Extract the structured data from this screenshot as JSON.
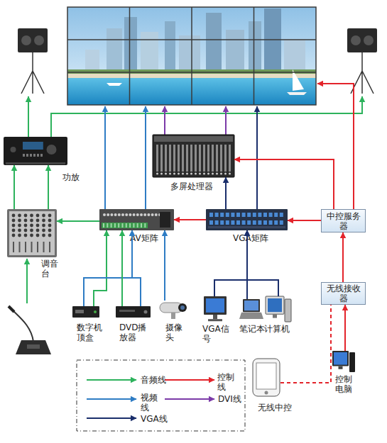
{
  "diagram": {
    "nodes": [
      {
        "text": [
          "功放"
        ]
      },
      {
        "text": [
          "多屏处理器"
        ]
      },
      {
        "text": [
          "调音台"
        ]
      },
      {
        "text": [
          "AV矩阵"
        ]
      },
      {
        "text": [
          "VGA矩阵"
        ]
      },
      {
        "text": [
          "中控服务器"
        ]
      },
      {
        "text": [
          "无线接收器"
        ]
      },
      {
        "text": [
          "数字机顶盒"
        ]
      },
      {
        "text": [
          "DVD播放器"
        ]
      },
      {
        "text": [
          "摄像头"
        ]
      },
      {
        "text": [
          "VGA信号"
        ]
      },
      {
        "text": [
          "笔记本"
        ]
      },
      {
        "text": [
          "计算机"
        ]
      },
      {
        "text": [
          "控制电脑"
        ]
      },
      {
        "text": [
          "无线中控"
        ]
      }
    ],
    "edges": [
      {
        "from": 2,
        "to": 0,
        "arrow": "to"
      },
      {
        "from": 2,
        "to": 0,
        "arrow": "to"
      },
      {
        "from": 3,
        "to": 2,
        "arrow": "to"
      },
      {
        "from": 4,
        "to": 3,
        "arrow": "to"
      },
      {
        "from": 5,
        "to": 4,
        "arrow": "to"
      },
      {
        "from": 5,
        "to": 1,
        "arrow": "to"
      },
      {
        "from": 4,
        "to": 1,
        "arrow": "to"
      },
      {
        "from": 6,
        "to": 5,
        "arrow": "to"
      },
      {
        "from": 13,
        "to": 6,
        "arrow": "to"
      },
      {
        "from": 14,
        "to": 6,
        "arrow": "none"
      },
      {
        "from": 7,
        "to": 3,
        "arrow": "to"
      },
      {
        "from": 7,
        "to": 3,
        "arrow": "to"
      },
      {
        "from": 8,
        "to": 3,
        "arrow": "to"
      },
      {
        "from": 8,
        "to": 3,
        "arrow": "to"
      },
      {
        "from": 9,
        "to": 3,
        "arrow": "to"
      },
      {
        "from": 10,
        "to": 4,
        "arrow": "to"
      },
      {
        "from": 11,
        "to": 4,
        "arrow": "to"
      },
      {
        "from": 12,
        "to": 4,
        "arrow": "to"
      }
    ],
    "legend": [
      {
        "text": "音频线"
      },
      {
        "text": "控制线"
      },
      {
        "text": "视频线"
      },
      {
        "text": "DVI线"
      },
      {
        "text": "VGA线"
      }
    ]
  }
}
